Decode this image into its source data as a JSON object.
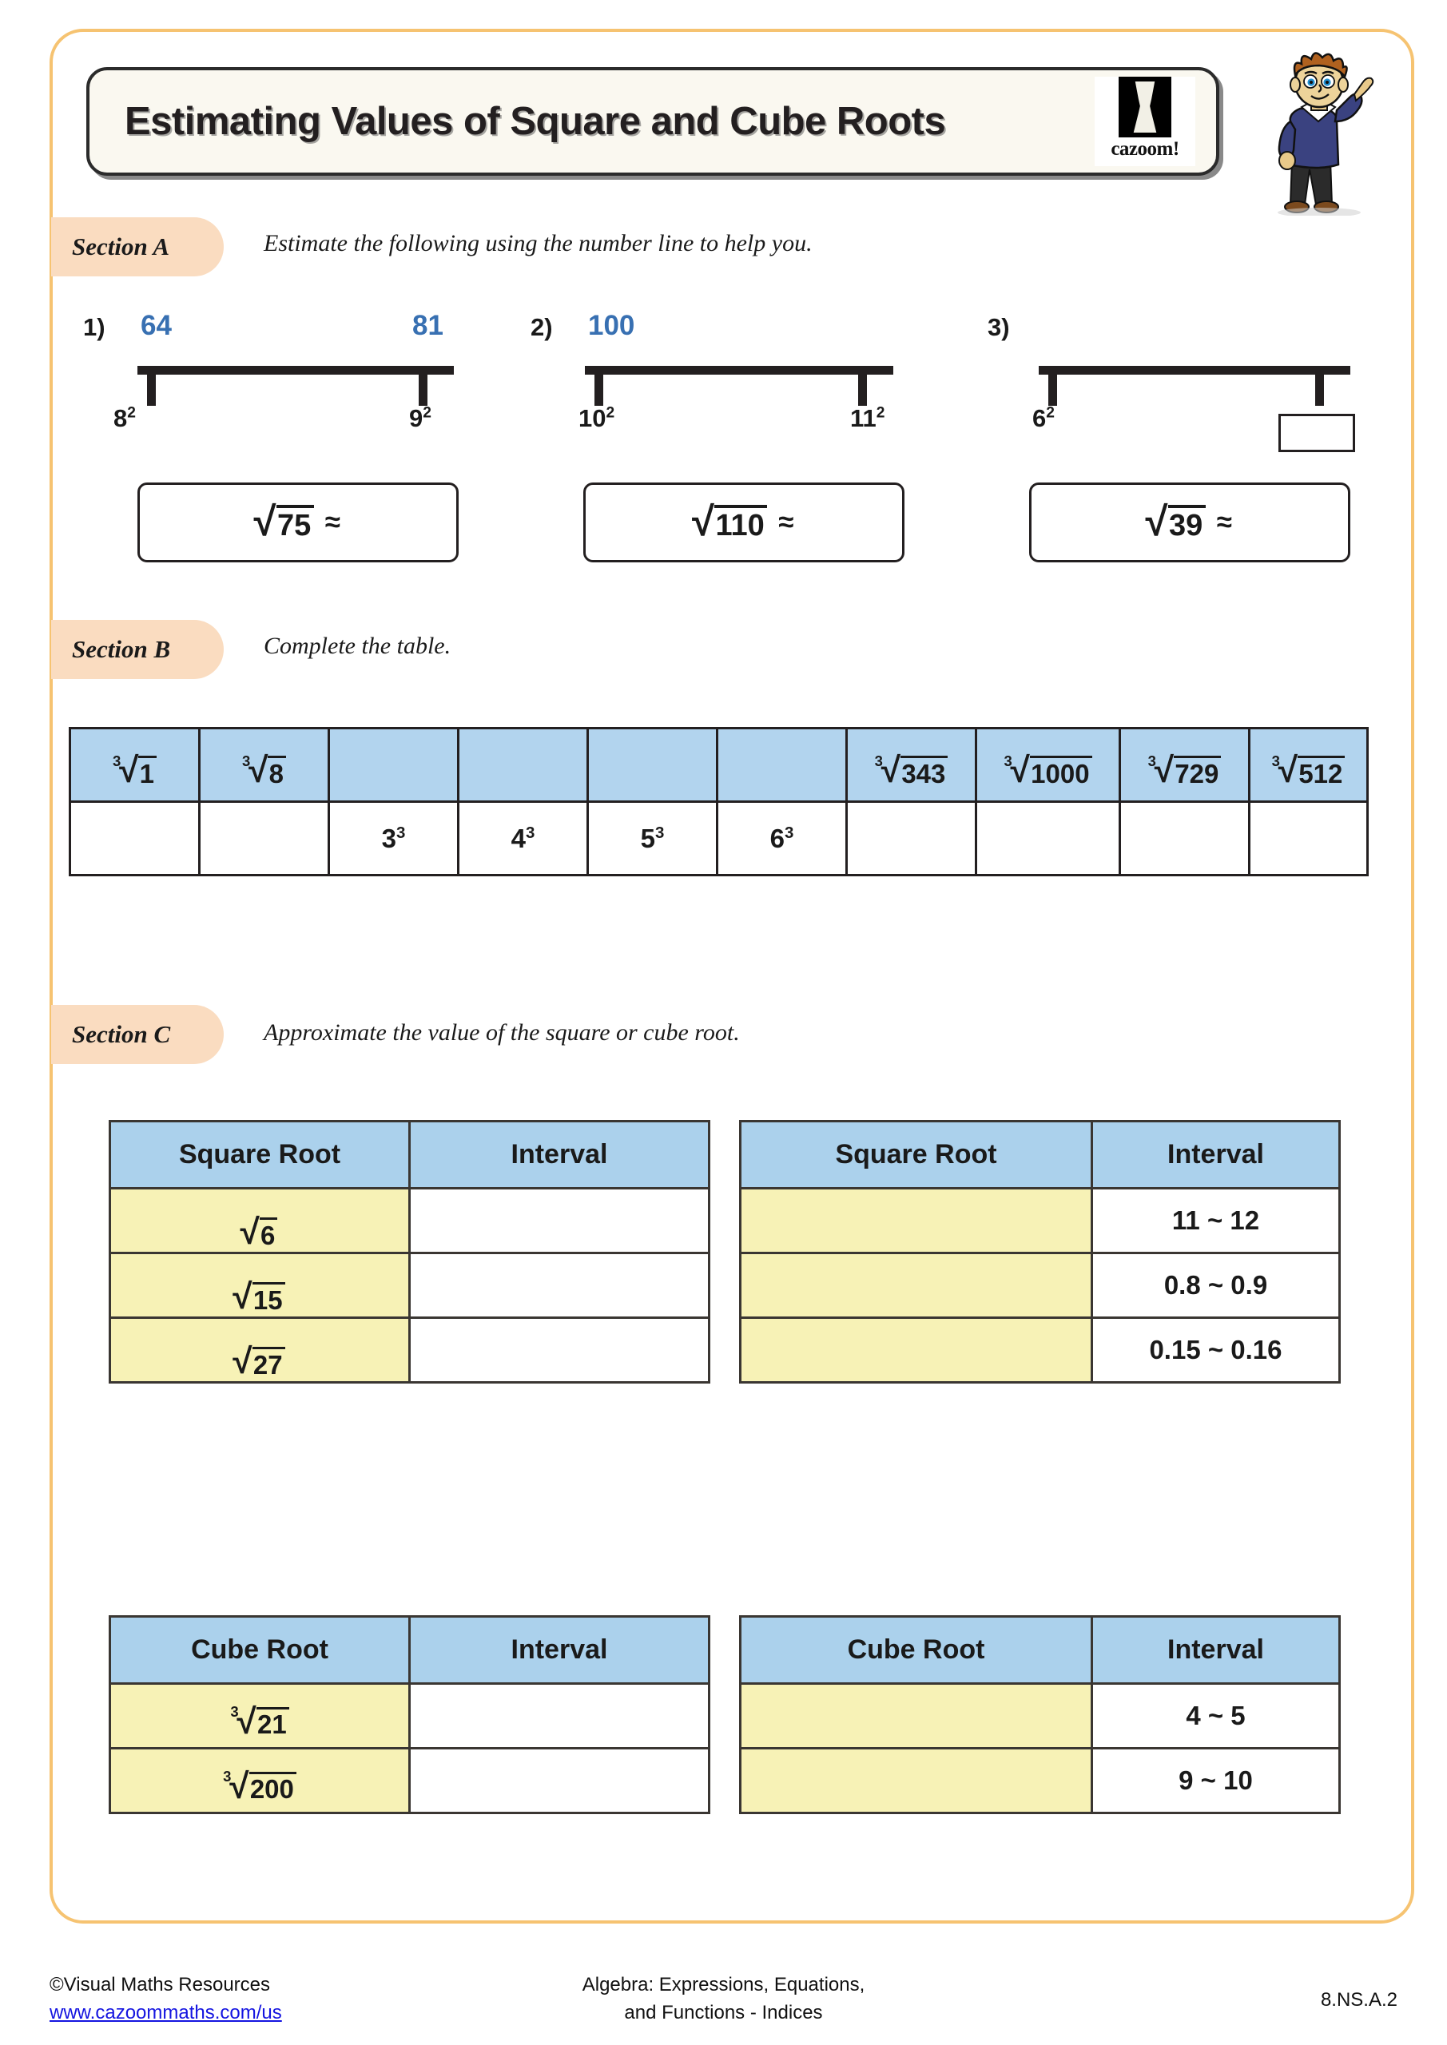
{
  "header": {
    "title": "Estimating Values of Square and Cube Roots",
    "logo_word": "cazoom!",
    "logo_icon": "cazoom-hourglass-logo",
    "mascot_icon": "boy-pointing-mascot"
  },
  "sections": {
    "a": {
      "label": "Section A",
      "instruction": "Estimate the following using the number line to help you.",
      "questions": [
        {
          "number": "1)",
          "top_left": "64",
          "top_right": "81",
          "sub_left_base": "8",
          "sub_left_exp": "2",
          "sub_right_base": "9",
          "sub_right_exp": "2",
          "right_is_blank": false,
          "answer_index": "",
          "answer_radicand": "75",
          "answer_approx": "≈"
        },
        {
          "number": "2)",
          "top_left": "100",
          "top_right": "",
          "sub_left_base": "10",
          "sub_left_exp": "2",
          "sub_right_base": "11",
          "sub_right_exp": "2",
          "right_is_blank": false,
          "answer_index": "",
          "answer_radicand": "110",
          "answer_approx": "≈"
        },
        {
          "number": "3)",
          "top_left": "",
          "top_right": "",
          "sub_left_base": "6",
          "sub_left_exp": "2",
          "sub_right_base": "",
          "sub_right_exp": "",
          "right_is_blank": true,
          "answer_index": "",
          "answer_radicand": "39",
          "answer_approx": "≈"
        }
      ]
    },
    "b": {
      "label": "Section B",
      "instruction": "Complete the table.",
      "table": {
        "header_row": [
          {
            "index": "3",
            "radicand": "1"
          },
          {
            "index": "3",
            "radicand": "8"
          },
          {
            "index": "",
            "radicand": ""
          },
          {
            "index": "",
            "radicand": ""
          },
          {
            "index": "",
            "radicand": ""
          },
          {
            "index": "",
            "radicand": ""
          },
          {
            "index": "3",
            "radicand": "343"
          },
          {
            "index": "3",
            "radicand": "1000"
          },
          {
            "index": "3",
            "radicand": "729"
          },
          {
            "index": "3",
            "radicand": "512"
          }
        ],
        "body_row": [
          {
            "base": "",
            "exp": ""
          },
          {
            "base": "",
            "exp": ""
          },
          {
            "base": "3",
            "exp": "3"
          },
          {
            "base": "4",
            "exp": "3"
          },
          {
            "base": "5",
            "exp": "3"
          },
          {
            "base": "6",
            "exp": "3"
          },
          {
            "base": "",
            "exp": ""
          },
          {
            "base": "",
            "exp": ""
          },
          {
            "base": "",
            "exp": ""
          },
          {
            "base": "",
            "exp": ""
          }
        ]
      }
    },
    "c": {
      "label": "Section C",
      "instruction": "Approximate the value of the square or cube root.",
      "tables": [
        {
          "id": "square-root-left",
          "columns": [
            "Square Root",
            "Interval"
          ],
          "rows": [
            {
              "root_index": "",
              "root_radicand": "6",
              "interval": ""
            },
            {
              "root_index": "",
              "root_radicand": "15",
              "interval": ""
            },
            {
              "root_index": "",
              "root_radicand": "27",
              "interval": ""
            }
          ]
        },
        {
          "id": "square-root-right",
          "columns": [
            "Square Root",
            "Interval"
          ],
          "rows": [
            {
              "root_index": "",
              "root_radicand": "",
              "interval": "11 ~ 12"
            },
            {
              "root_index": "",
              "root_radicand": "",
              "interval": "0.8 ~ 0.9"
            },
            {
              "root_index": "",
              "root_radicand": "",
              "interval": "0.15 ~ 0.16"
            }
          ]
        },
        {
          "id": "cube-root-left",
          "columns": [
            "Cube Root",
            "Interval"
          ],
          "rows": [
            {
              "root_index": "3",
              "root_radicand": "21",
              "interval": ""
            },
            {
              "root_index": "3",
              "root_radicand": "200",
              "interval": ""
            }
          ]
        },
        {
          "id": "cube-root-right",
          "columns": [
            "Cube Root",
            "Interval"
          ],
          "rows": [
            {
              "root_index": "",
              "root_radicand": "",
              "interval": "4 ~ 5"
            },
            {
              "root_index": "",
              "root_radicand": "",
              "interval": "9 ~ 10"
            }
          ]
        }
      ]
    }
  },
  "footer": {
    "copyright": "©Visual Maths Resources",
    "website": "www.cazoommaths.com/us",
    "topic_line1": "Algebra: Expressions, Equations,",
    "topic_line2": "and Functions - Indices",
    "standard": "8.NS.A.2"
  },
  "colors": {
    "border": "#f6c371",
    "section_pill": "#fadcc0",
    "table_header_blue": "#abd1ec",
    "table_root_yellow": "#f7f2b6",
    "number_blue": "#3870b2",
    "ink": "#231f20"
  }
}
